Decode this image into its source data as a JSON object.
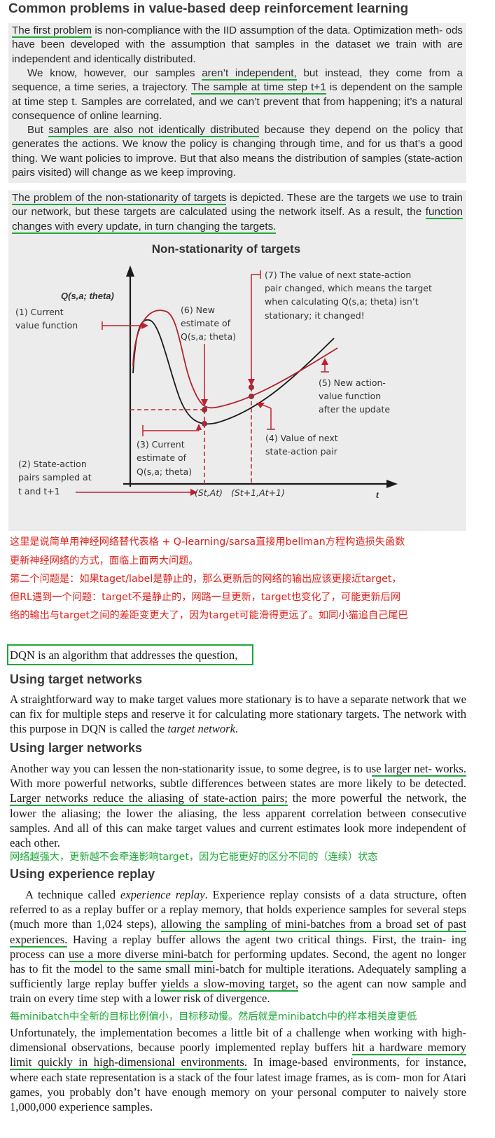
{
  "heading": "Common problems in value-based deep reinforcement learning",
  "box1": {
    "p1": {
      "u1": "The first problem",
      "t1": " is non-compliance with the IID assumption of the data. Optimization meth- ods have been developed with the assumption that samples in the dataset we train with are independent and identically distributed."
    },
    "p2": {
      "t1": "We know, however, our samples ",
      "u1": "aren’t independent,",
      "t2": " but instead, they come from a sequence, a time series, a trajectory. ",
      "u2": "The sample at time step t+1",
      "t3": " is dependent on the sample at time step t. Samples are correlated, and we can’t prevent that from happening; it’s a natural consequence of online learning."
    },
    "p3": {
      "t1": "But ",
      "u1": "samples are also not identically distributed",
      "t2": " because they depend on the policy that generates the actions. We know the policy is changing through time, and for us that’s a good thing. We want policies to improve. But that also means the distribution of samples (state-action pairs visited) will change as we keep improving."
    }
  },
  "box2": {
    "u1": "The problem of the non-stationarity of targets",
    "t1": " is depicted. These are the targets we use to train our network, but these targets are calculated using the network itself. As a result, the ",
    "u2": "function changes with every update, in turn changing the targets."
  },
  "figure": {
    "title": "Non-stationarity of targets",
    "y_label": "Q(s,a; theta)",
    "x_label": "t",
    "x_tick_1": "(St,At)",
    "x_tick_2": "(St+1,At+1)",
    "ann1": [
      "(1) Current",
      "value function"
    ],
    "ann2": [
      "(2) State-action",
      "pairs sampled at",
      "t and t+1"
    ],
    "ann3": [
      "(3) Current",
      "estimate of",
      "Q(s,a; theta)"
    ],
    "ann4": [
      "(4) Value of next",
      "state-action pair"
    ],
    "ann5": [
      "(5) New action-",
      "value function",
      "after the update"
    ],
    "ann6": [
      "(6) New",
      "estimate of",
      "Q(s,a; theta)"
    ],
    "ann7": [
      "(7) The value of next state-action",
      "pair changed, which means the target",
      "when calculating Q(s,a; theta) isn’t",
      "stationary; it changed!"
    ],
    "colors": {
      "current_curve": "#1a1a1a",
      "new_curve": "#b2232b",
      "marker": "#c21f30",
      "box": "#ececec"
    }
  },
  "cn_notes": {
    "l1": "这里是说简单用神经网络替代表格 + Q-learning/sarsa直接用bellman方程构造损失函数",
    "l2": "更新神经网络的方式，面临上面两大问题。",
    "l3": "第二个问题是：如果taget/label是静止的，那么更新后的网络的输出应该更接近target，",
    "l4": "但RL遇到一个问题：target不是静止的，网路一旦更新，target也变化了，可能更新后网",
    "l5": "络的输出与target之间的差距变更大了，因为target可能滑得更远了。如同小猫追自己尾巴"
  },
  "dqn_line": "DQN is an algorithm that addresses the question,",
  "target_networks": {
    "heading": "Using target networks",
    "t1": "A straightforward way to make target values more stationary is to have a separate network that we can fix for multiple steps and reserve it for calculating more stationary targets. The network with this purpose in DQN is called the ",
    "em": "target network",
    "t2": "."
  },
  "larger_networks": {
    "heading": "Using larger networks",
    "t1": "Another way you can lessen the non-stationarity issue, to some degree, is to u",
    "u1": "se larger net- works.",
    "t2": " With more powerful networks, subtle differences between states are more likely to be detected. ",
    "u2": "Larger networks reduce the aliasing of state-action pairs;",
    "t3": " the more powerful the network, the lower the aliasing; the lower the aliasing, the less apparent correlation between consecutive samples. And all of this can make target values and current estimates look more independent of each other."
  },
  "cn_larger": "网络越强大，更新越不会牵连影响target，因为它能更好的区分不同的（连续）状态",
  "experience_replay": {
    "heading": "Using experience replay",
    "t1": "A technique called ",
    "em": "experience replay",
    "t2": ". Experience replay consists of a data structure, often referred to as a replay buffer or a replay memory, that holds experience samples for several steps (much more than 1,024 steps), ",
    "u1": "allowing the sampling of mini-batches from a broad set of past experiences.",
    "t3": " Having a replay buffer allows the agent two critical things. First, the train- ing process can ",
    "u2": "use a more diverse mini-batch",
    "t4": " for performing updates. Second, the agent no longer has to fit the model to the same small mini-batch for multiple iterations. Adequately sampling a sufficiently large replay buffer ",
    "u3": "yields a slow-moving target,",
    "t5": " so the agent can now sample and train on every time step with a lower risk of divergence."
  },
  "cn_replay": "每minibatch中全新的目标比例偏小，目标移动慢。然后就是minibatch中的样本相关度更低",
  "final_para": {
    "t1": "Unfortunately, the implementation becomes a little bit of a challenge when working with high-dimensional observations, because poorly implemented replay buffers ",
    "u1": "hit a hardware memory limit quickly in high-dimensional environments.",
    "t2": " In image-based environments, for instance, where each state representation is a stack of the four latest image frames, as is com- mon for Atari games, you probably don’t have enough memory on your personal computer to naively store 1,000,000 experience samples."
  }
}
